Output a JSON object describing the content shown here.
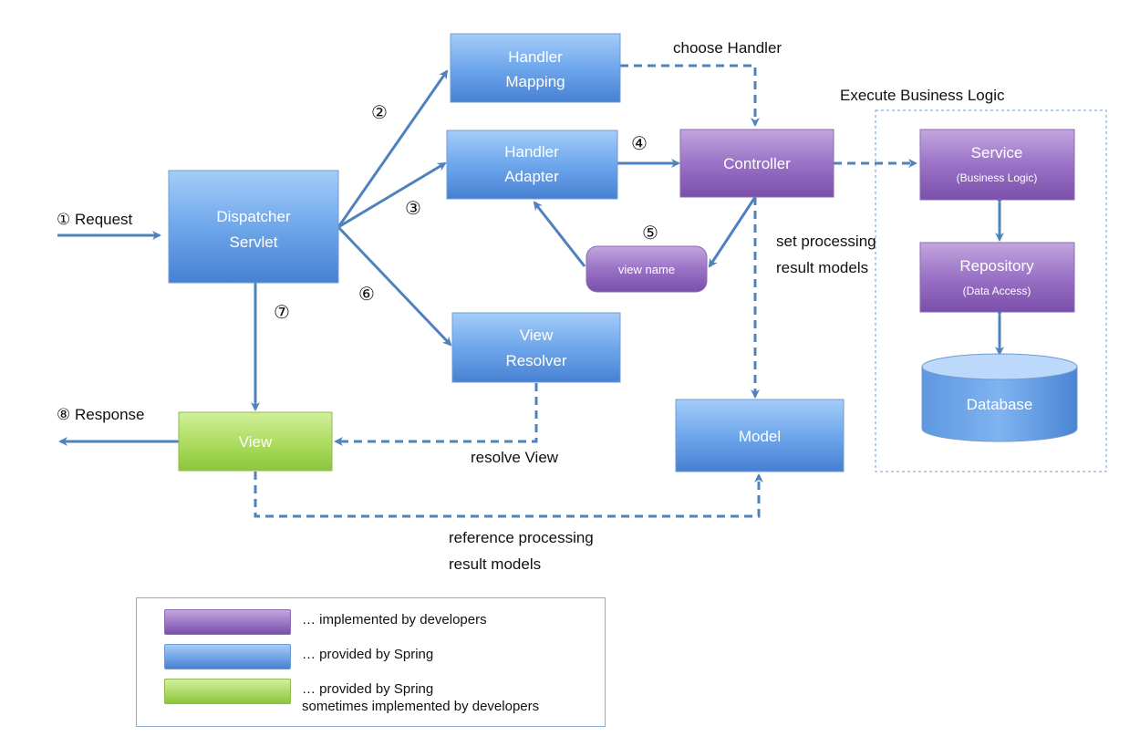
{
  "boxes": {
    "handler_mapping": [
      "Handler",
      "Mapping"
    ],
    "handler_adapter": [
      "Handler",
      "Adapter"
    ],
    "dispatcher_servlet": [
      "Dispatcher",
      "Servlet"
    ],
    "view_resolver": [
      "View",
      "Resolver"
    ],
    "controller": "Controller",
    "view_name": "view name",
    "view": "View",
    "model": "Model",
    "service": {
      "title": "Service",
      "subtitle": "(Business Logic)"
    },
    "repository": {
      "title": "Repository",
      "subtitle": "(Data Access)"
    },
    "database": "Database"
  },
  "labels": {
    "choose_handler": "choose Handler",
    "execute_business_logic": "Execute Business Logic",
    "request": "① Request",
    "response": "⑧ Response",
    "set_processing": [
      "set processing",
      "result models"
    ],
    "resolve_view": "resolve View",
    "reference_processing": [
      "reference processing",
      "result models"
    ]
  },
  "steps": {
    "s2": "②",
    "s3": "③",
    "s4": "④",
    "s5": "⑤",
    "s6": "⑥",
    "s7": "⑦"
  },
  "legend": [
    {
      "color": "purple",
      "lines": [
        "… implemented by developers"
      ]
    },
    {
      "color": "blue",
      "lines": [
        "… provided by Spring"
      ]
    },
    {
      "color": "green",
      "lines": [
        "… provided by Spring",
        "sometimes implemented  by developers"
      ]
    }
  ],
  "colors": {
    "blue_top": "#9ec8f7",
    "blue_bottom": "#4a88d6",
    "purple_top": "#b99bd6",
    "purple_bottom": "#7e55ae",
    "green_top": "#c9ec8d",
    "green_bottom": "#8fcb3f",
    "arrow": "#4f81bd"
  }
}
